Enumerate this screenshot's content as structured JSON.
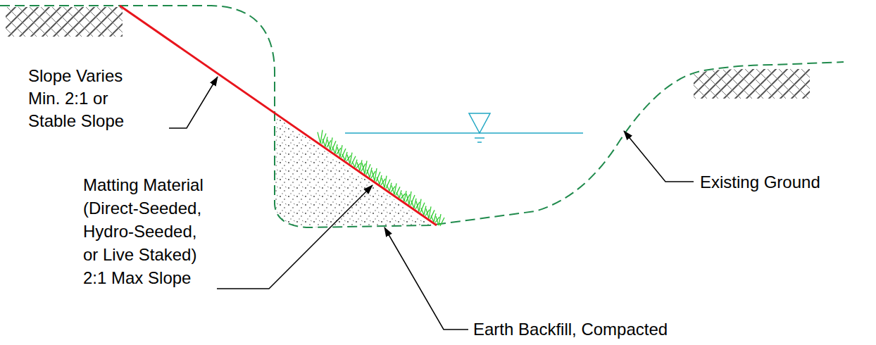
{
  "diagram": {
    "labels": [
      "Slope Varies Min. 2:1 or Stable Slope",
      "Matting Material (Direct-Seeded, Hydro-Seeded, or Live Staked) 2:1 Max Slope",
      "Existing Ground",
      "Earth Backfill, Compacted"
    ]
  }
}
